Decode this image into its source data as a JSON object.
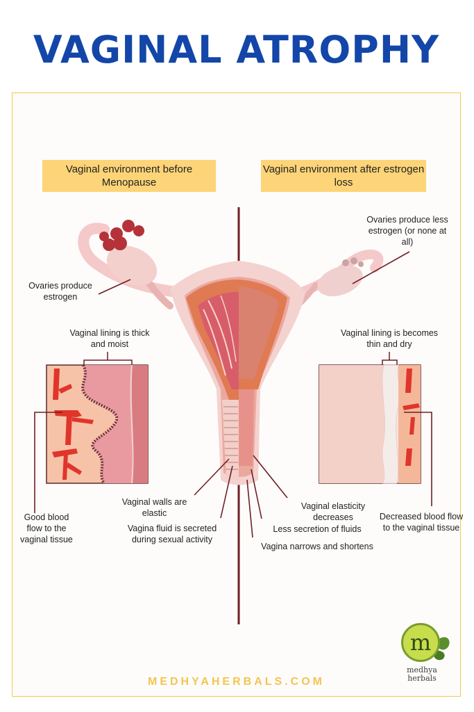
{
  "title": "VAGINAL ATROPHY",
  "before": {
    "header": "Vaginal environment before Menopause",
    "ovaries": "Ovaries produce estrogen",
    "lining": "Vaginal lining is thick and moist",
    "blood_flow": "Good blood flow to the vaginal tissue",
    "walls": "Vaginal walls are elastic",
    "fluid": "Vagina fluid is secreted during sexual activity"
  },
  "after": {
    "header": "Vaginal environment after estrogen loss",
    "ovaries": "Ovaries produce less estrogen (or none at all)",
    "lining": "Vaginal lining is becomes thin and dry",
    "blood_flow": "Decreased blood flow to the vaginal tissue",
    "elasticity": "Vaginal elasticity decreases",
    "secretion": "Less secretion of fluids",
    "narrows": "Vagina narrows and shortens"
  },
  "footer": "MEDHYAHERBALS.COM",
  "logo": {
    "letter": "m",
    "line1": "medhya",
    "line2": "herbals"
  },
  "colors": {
    "title": "#1346a8",
    "tag": "#fdd477",
    "frame": "#f2c84b",
    "divider": "#6e1e24",
    "tissue": "#f2b39a",
    "vessel": "#e0352b"
  }
}
